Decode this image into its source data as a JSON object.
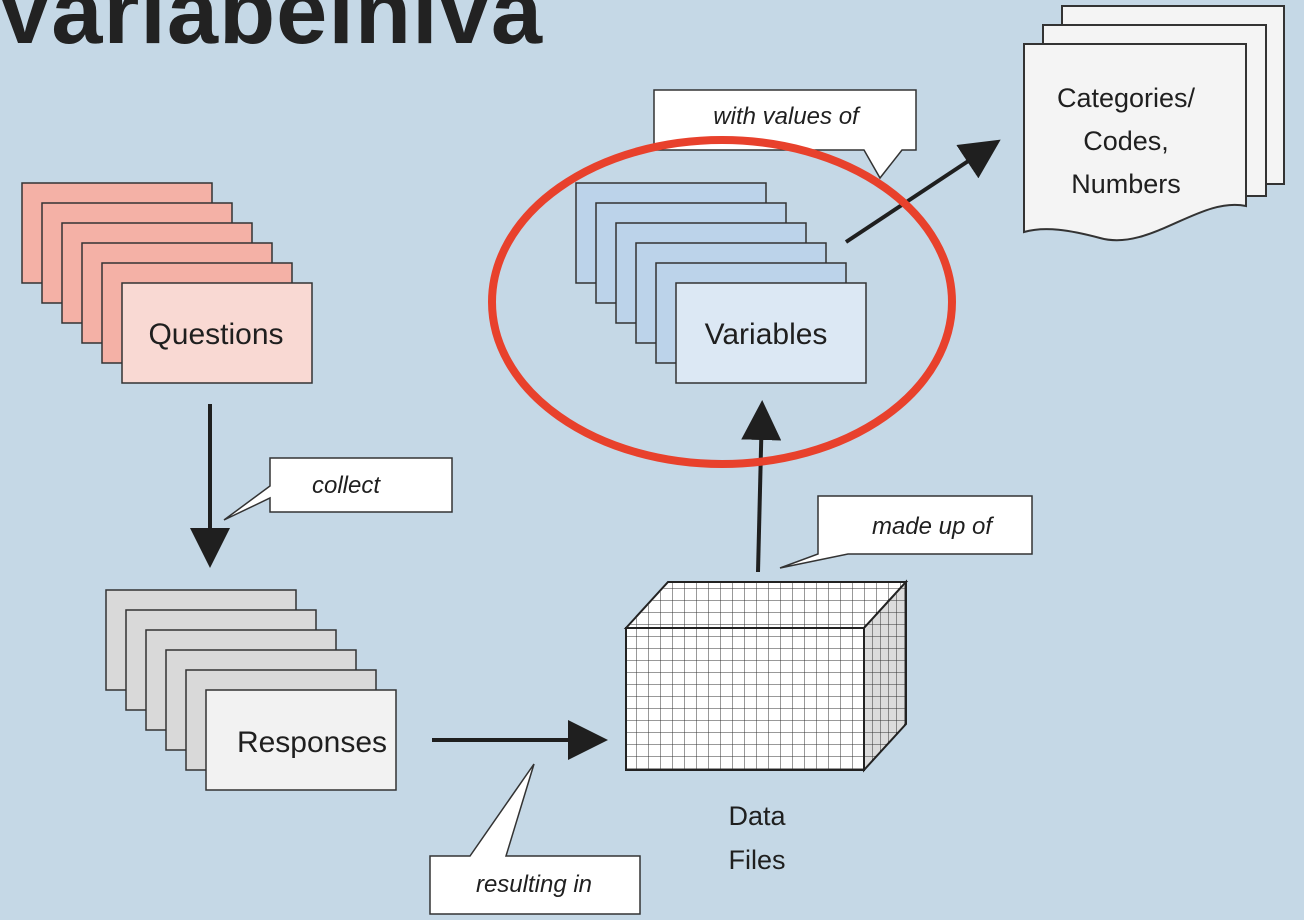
{
  "title": "Variabelniva",
  "nodes": {
    "questions": "Questions",
    "responses": "Responses",
    "variables": "Variables",
    "data_files": [
      "Data",
      "Files"
    ],
    "categories": [
      "Categories/",
      "Codes,",
      "Numbers"
    ]
  },
  "callouts": {
    "collect": "collect",
    "resulting_in": "resulting in",
    "made_up_of": "made up of",
    "with_values_of": "with values of"
  },
  "colors": {
    "background": "#c5d8e6",
    "questions_back": "#f4b1a6",
    "questions_front": "#f9d9d3",
    "responses_back": "#d9d9d9",
    "responses_front": "#f2f2f2",
    "variables_back": "#bcd3ea",
    "variables_front": "#dce8f4",
    "highlight_ellipse": "#e8412c",
    "arrow": "#1f1f1f"
  }
}
